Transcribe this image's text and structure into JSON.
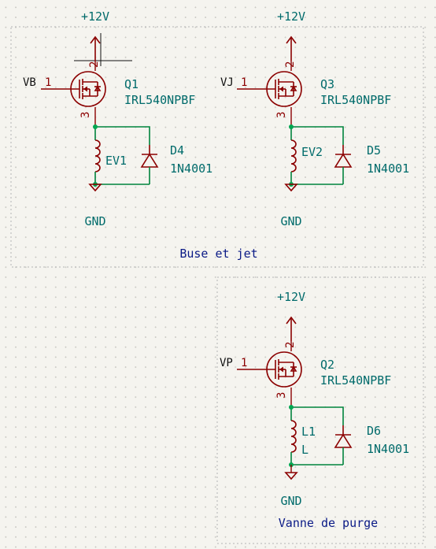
{
  "colors": {
    "wire": "#00843d",
    "symbol": "#8b0000",
    "reference_text": "#006b6b",
    "note_text": "#0a1a86",
    "background": "#f5f4ef"
  },
  "groups": [
    {
      "note": "Buse et jet",
      "channels": [
        {
          "power": "+12V",
          "net": "VB",
          "gate_pin": "1",
          "drain_pin": "2",
          "source_pin": "3",
          "mosfet_ref": "Q1",
          "mosfet_value": "IRL540NPBF",
          "coil_ref": "EV1",
          "coil_value": "",
          "diode_ref": "D4",
          "diode_value": "1N4001",
          "ground": "GND"
        },
        {
          "power": "+12V",
          "net": "VJ",
          "gate_pin": "1",
          "drain_pin": "2",
          "source_pin": "3",
          "mosfet_ref": "Q3",
          "mosfet_value": "IRL540NPBF",
          "coil_ref": "EV2",
          "coil_value": "",
          "diode_ref": "D5",
          "diode_value": "1N4001",
          "ground": "GND"
        }
      ]
    },
    {
      "note": "Vanne de purge",
      "channels": [
        {
          "power": "+12V",
          "net": "VP",
          "gate_pin": "1",
          "drain_pin": "2",
          "source_pin": "3",
          "mosfet_ref": "Q2",
          "mosfet_value": "IRL540NPBF",
          "coil_ref": "L1",
          "coil_value": "L",
          "diode_ref": "D6",
          "diode_value": "1N4001",
          "ground": "GND"
        }
      ]
    }
  ]
}
